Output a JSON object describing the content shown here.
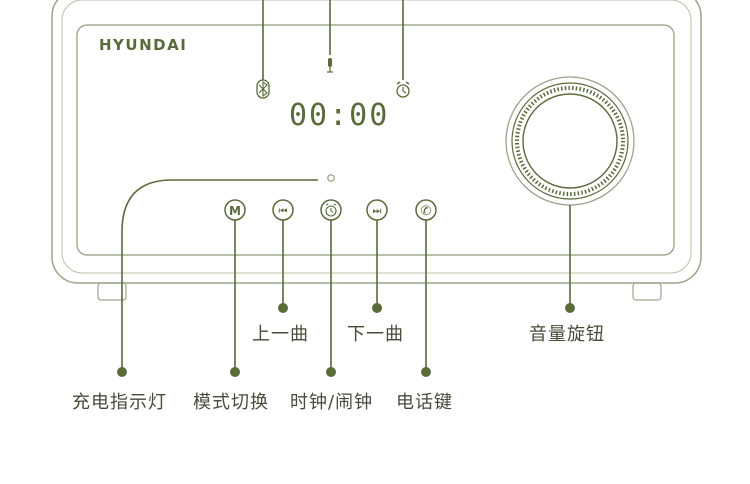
{
  "brand": "HYUNDAI",
  "display_time": "00:00",
  "colors": {
    "outline": "#9aa58a",
    "accent": "#5a6a3a",
    "text": "#4a4a3a",
    "dot": "#5a6b3a"
  },
  "icons": {
    "top": [
      "bluetooth-icon",
      "microphone-icon",
      "alarm-icon"
    ],
    "buttons": [
      "mode-button",
      "previous-track-button",
      "clock-alarm-button",
      "next-track-button",
      "phone-button"
    ]
  },
  "button_glyphs": {
    "mode": "M",
    "prev": "⏮",
    "next": "⏭",
    "phone": "✆"
  },
  "labels": {
    "prev_track": "上一曲",
    "next_track": "下一曲",
    "volume_knob": "音量旋钮",
    "charge_indicator": "充电指示灯",
    "mode_switch": "模式切换",
    "clock_alarm": "时钟/闹钟",
    "phone_key": "电话键"
  }
}
